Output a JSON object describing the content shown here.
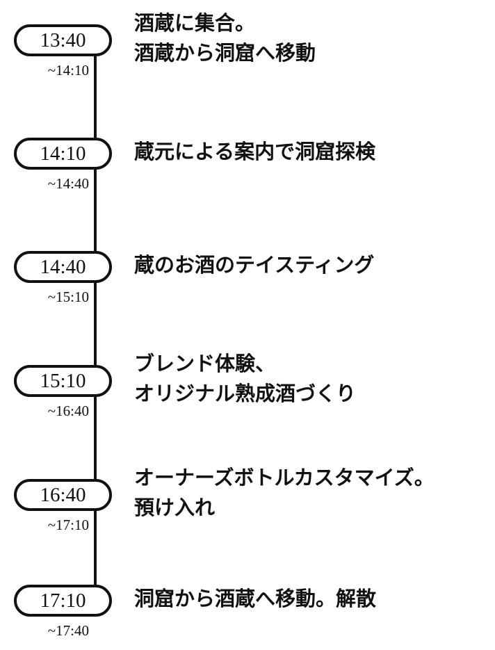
{
  "schedule": [
    {
      "start": "13:40",
      "end": "~14:10",
      "lines": [
        "酒蔵に集合。",
        "酒蔵から洞窟へ移動"
      ]
    },
    {
      "start": "14:10",
      "end": "~14:40",
      "lines": [
        "蔵元による案内で洞窟探検"
      ]
    },
    {
      "start": "14:40",
      "end": "~15:10",
      "lines": [
        "蔵のお酒のテイスティング"
      ]
    },
    {
      "start": "15:10",
      "end": "~16:40",
      "lines": [
        "ブレンド体験、",
        "オリジナル熟成酒づくり"
      ]
    },
    {
      "start": "16:40",
      "end": "~17:10",
      "lines": [
        "オーナーズボトルカスタマイズ。",
        "預け入れ"
      ]
    },
    {
      "start": "17:10",
      "end": "~17:40",
      "lines": [
        "洞窟から酒蔵へ移動。解散"
      ]
    }
  ]
}
